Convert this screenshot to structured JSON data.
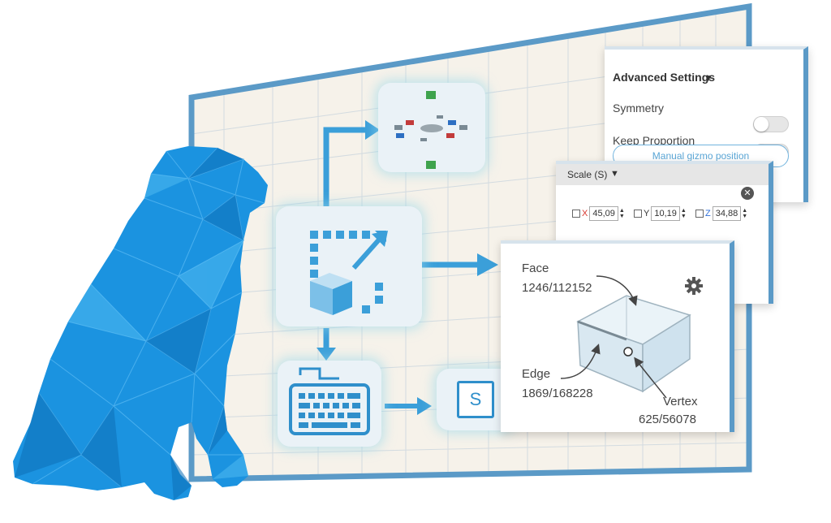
{
  "advanced_settings": {
    "title": "Advanced Settings",
    "caret": "▼",
    "symmetry_label": "Symmetry",
    "symmetry_on": false,
    "keep_proportion_label": "Keep Proportion",
    "keep_proportion_on": false,
    "gizmo_button_label": "Manual gizmo position"
  },
  "scale": {
    "title": "Scale (S)",
    "caret": "▼",
    "close_icon": "close-icon",
    "close_glyph": "✕",
    "axes": [
      {
        "label": "X",
        "value": "45,09",
        "color": "#d9382f"
      },
      {
        "label": "Y",
        "value": "10,19",
        "color": "#333333"
      },
      {
        "label": "Z",
        "value": "34,88",
        "color": "#2f6fd9"
      }
    ]
  },
  "mesh_info": {
    "face_label": "Face",
    "face_value": "1246/112152",
    "edge_label": "Edge",
    "edge_value": "1869/168228",
    "vertex_label": "Vertex",
    "vertex_value": "625/56078",
    "settings_icon": "gear-icon"
  },
  "shortcut_key": "S",
  "colors": {
    "accent": "#2f8fcb",
    "board_frame": "#5b9ac7",
    "board_fill": "#f6f2ea",
    "dog": "#1b93e0"
  }
}
